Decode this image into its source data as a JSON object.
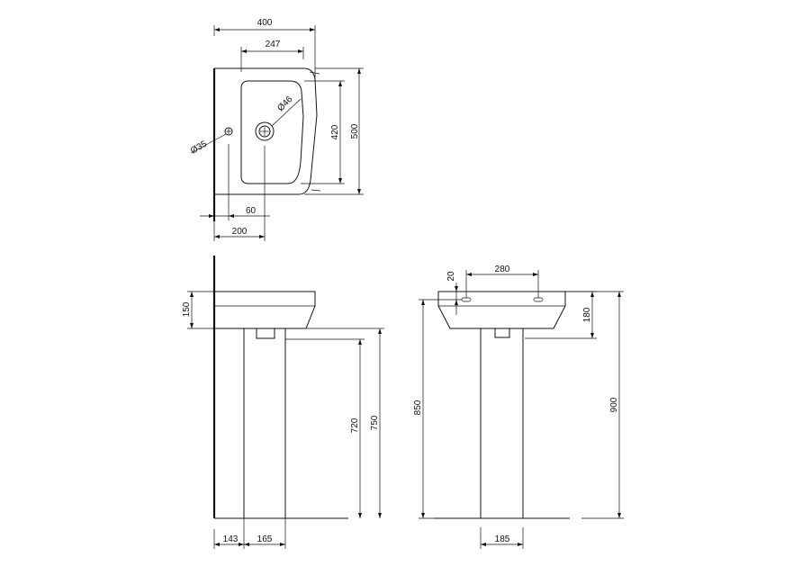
{
  "plan_view": {
    "overall_width": "400",
    "bowl_width": "247",
    "overall_depth": "500",
    "bowl_depth": "420",
    "waste_diameter": "Ø46",
    "tap_hole_diameter": "Ø35",
    "tap_hole_offset": "60",
    "waste_offset": "200"
  },
  "side_view": {
    "basin_height": "150",
    "waste_height": "720",
    "pedestal_height": "750",
    "wall_to_pedestal": "143",
    "pedestal_depth": "165"
  },
  "front_view": {
    "fixing_centres": "280",
    "fixing_height": "20",
    "overflow_depth": "180",
    "fixing_height_floor": "850",
    "overall_height": "900",
    "pedestal_width": "185"
  },
  "colors": {
    "line": "#111111",
    "background": "#ffffff"
  }
}
